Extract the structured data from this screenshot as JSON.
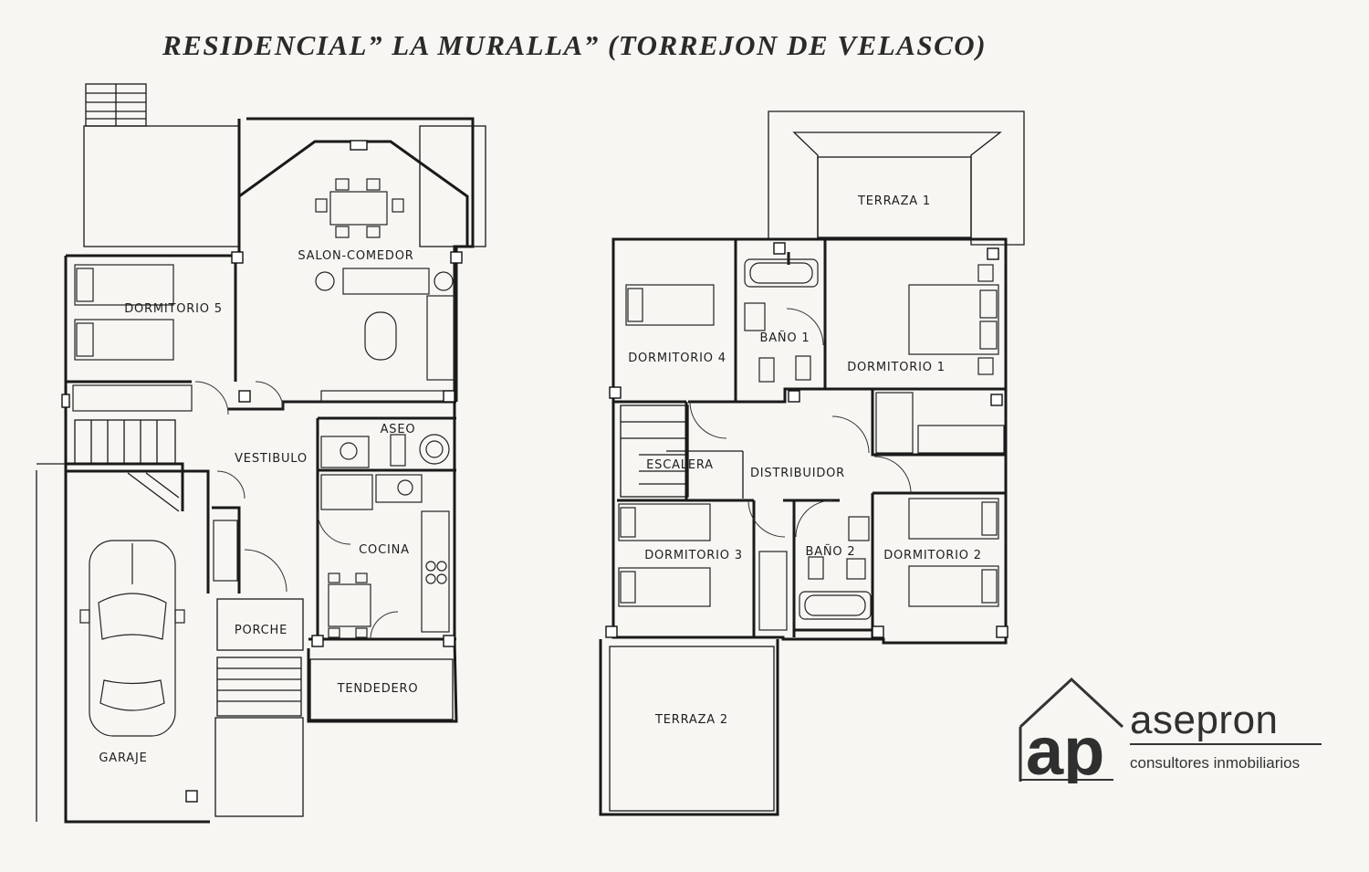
{
  "title": "RESIDENCIAL” LA MURALLA” (TORREJON DE VELASCO)",
  "ground_floor": {
    "rooms": {
      "salon_comedor": "SALON-COMEDOR",
      "dormitorio_5": "DORMITORIO 5",
      "vestibulo": "VESTIBULO",
      "aseo": "ASEO",
      "cocina": "COCINA",
      "porche": "PORCHE",
      "tendedero": "TENDEDERO",
      "garaje": "GARAJE"
    }
  },
  "upper_floor": {
    "rooms": {
      "terraza_1": "TERRAZA 1",
      "dormitorio_4": "DORMITORIO 4",
      "bano_1": "BAÑO 1",
      "dormitorio_1": "DORMITORIO 1",
      "escalera": "ESCALERA",
      "distribuidor": "DISTRIBUIDOR",
      "dormitorio_3": "DORMITORIO 3",
      "bano_2": "BAÑO 2",
      "dormitorio_2": "DORMITORIO 2",
      "terraza_2": "TERRAZA 2"
    }
  },
  "logo": {
    "monogram": "ap",
    "name": "asepron",
    "tagline": "consultores inmobiliarios"
  }
}
